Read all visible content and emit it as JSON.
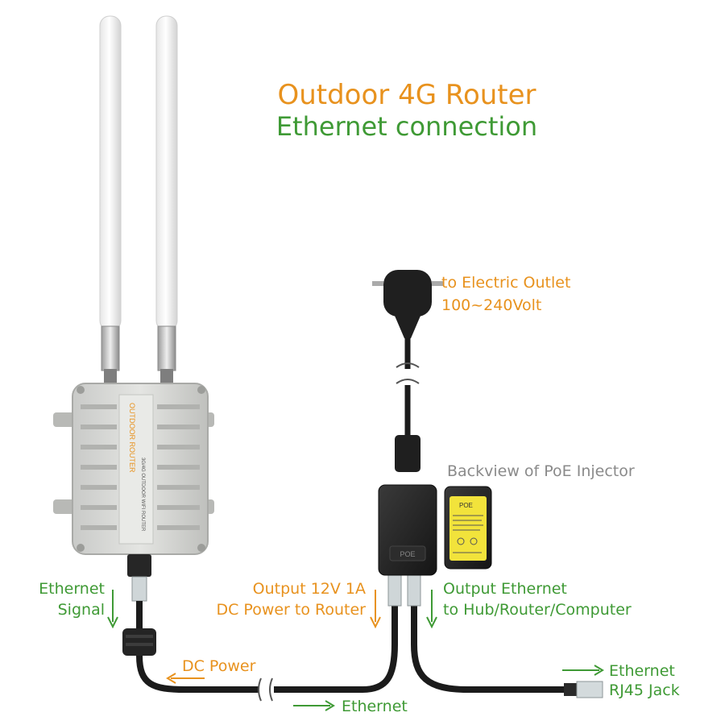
{
  "title": {
    "line1": "Outdoor 4G Router",
    "line2": "Ethernet connection"
  },
  "labels": {
    "outlet_line1": "to Electric Outlet",
    "outlet_line2": "100~240Volt",
    "backview": "Backview of PoE Injector",
    "eth_signal_line1": "Ethernet",
    "eth_signal_line2": "Signal",
    "output_power_line1": "Output 12V 1A",
    "output_power_line2": "DC Power to Router",
    "output_eth_line1": "Output Ethernet",
    "output_eth_line2": "to Hub/Router/Computer",
    "dc_power": "DC Power",
    "ethernet_bottom": "Ethernet",
    "rj45_line1": "Ethernet",
    "rj45_line2": "RJ45 Jack"
  },
  "device": {
    "brand_label": "OUTDOOR ROUTER",
    "side_label": "3G/4G OUTDOOR WIFI ROUTER",
    "poe_front_label": "POE",
    "poe_back_label": "POE"
  },
  "colors": {
    "orange": "#e8921e",
    "green": "#3f9a35",
    "gray": "#8a8a8a"
  }
}
